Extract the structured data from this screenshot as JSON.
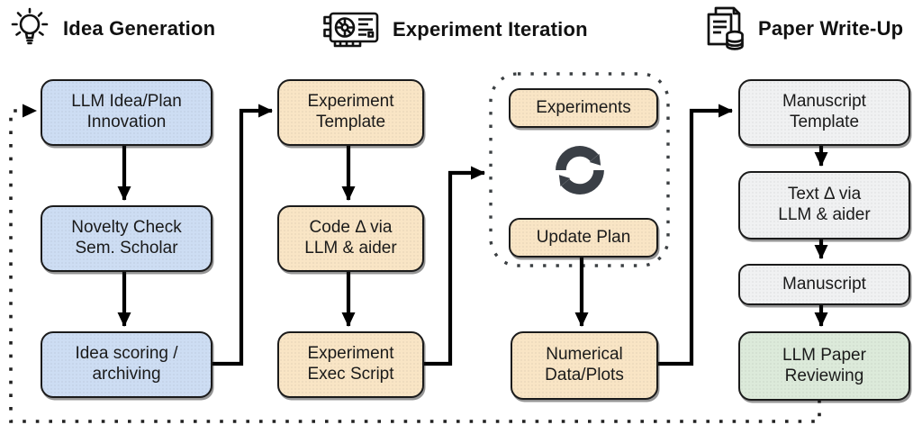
{
  "sections": [
    {
      "label": "Idea Generation",
      "icon": "lightbulb-icon"
    },
    {
      "label": "Experiment Iteration",
      "icon": "gpu-card-icon"
    },
    {
      "label": "Paper Write-Up",
      "icon": "documents-database-icon"
    }
  ],
  "nodes": {
    "llm_idea_plan": {
      "label": "LLM Idea/Plan\nInnovation",
      "section": "Idea Generation",
      "fill": "#cdddf3"
    },
    "novelty_check": {
      "label": "Novelty Check\nSem. Scholar",
      "section": "Idea Generation",
      "fill": "#cdddf3"
    },
    "idea_scoring": {
      "label": "Idea scoring /\narchiving",
      "section": "Idea Generation",
      "fill": "#cdddf3"
    },
    "experiment_template": {
      "label": "Experiment\nTemplate",
      "section": "Experiment Iteration",
      "fill": "#f9e5c5"
    },
    "code_delta": {
      "label": "Code Δ via\nLLM & aider",
      "section": "Experiment Iteration",
      "fill": "#f9e5c5"
    },
    "experiment_exec": {
      "label": "Experiment\nExec Script",
      "section": "Experiment Iteration",
      "fill": "#f9e5c5"
    },
    "experiments": {
      "label": "Experiments",
      "section": "Experiment Iteration",
      "fill": "#f9e5c5"
    },
    "update_plan": {
      "label": "Update Plan",
      "section": "Experiment Iteration",
      "fill": "#f9e5c5"
    },
    "numerical_data": {
      "label": "Numerical\nData/Plots",
      "section": "Experiment Iteration",
      "fill": "#f9e5c5"
    },
    "manuscript_template": {
      "label": "Manuscript\nTemplate",
      "section": "Paper Write-Up",
      "fill": "#f0f1f2"
    },
    "text_delta": {
      "label": "Text Δ via\nLLM & aider",
      "section": "Paper Write-Up",
      "fill": "#f0f1f2"
    },
    "manuscript": {
      "label": "Manuscript",
      "section": "Paper Write-Up",
      "fill": "#f0f1f2"
    },
    "llm_paper_reviewing": {
      "label": "LLM Paper\nReviewing",
      "section": "Paper Write-Up",
      "fill": "#dceada"
    }
  },
  "loop_container": {
    "style": "dotted-rounded-rect",
    "contains": [
      "Experiments",
      "Update Plan"
    ],
    "icon": "sync-cycle-icon"
  },
  "edges": [
    {
      "from": "LLM Idea/Plan Innovation",
      "to": "Novelty Check Sem. Scholar",
      "style": "solid"
    },
    {
      "from": "Novelty Check Sem. Scholar",
      "to": "Idea scoring / archiving",
      "style": "solid"
    },
    {
      "from": "Idea scoring / archiving",
      "to": "Experiment Template",
      "style": "solid-elbow"
    },
    {
      "from": "Experiment Template",
      "to": "Code Δ via LLM & aider",
      "style": "solid"
    },
    {
      "from": "Code Δ via LLM & aider",
      "to": "Experiment Exec Script",
      "style": "solid"
    },
    {
      "from": "Experiment Exec Script",
      "to": "experiment-loop-container",
      "style": "solid-elbow"
    },
    {
      "from": "Update Plan",
      "to": "Numerical Data/Plots",
      "style": "solid"
    },
    {
      "from": "Numerical Data/Plots",
      "to": "Manuscript Template",
      "style": "solid-elbow"
    },
    {
      "from": "Manuscript Template",
      "to": "Text Δ via LLM & aider",
      "style": "solid"
    },
    {
      "from": "Text Δ via LLM & aider",
      "to": "Manuscript",
      "style": "solid"
    },
    {
      "from": "Manuscript",
      "to": "LLM Paper Reviewing",
      "style": "solid"
    },
    {
      "from": "LLM Paper Reviewing",
      "to": "LLM Idea/Plan Innovation",
      "style": "dotted-feedback"
    }
  ],
  "colors": {
    "idea_fill": "#cdddf3",
    "experiment_fill": "#f9e5c5",
    "writeup_fill": "#f0f1f2",
    "review_fill": "#dceada",
    "border": "#1b1b1b",
    "arrow": "#000000",
    "dotted_loop": "#222222",
    "cycle_icon": "#3a3f46",
    "background": "#ffffff"
  }
}
